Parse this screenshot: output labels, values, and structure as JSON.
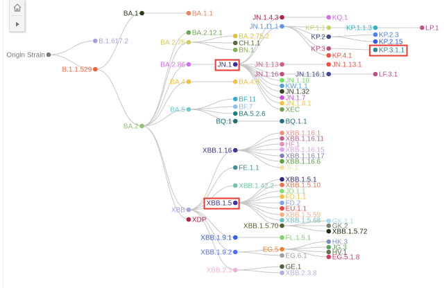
{
  "toolbar": {
    "home_icon": "home-icon",
    "play_icon": "play-icon"
  },
  "tree": {
    "edge_color": "#c8c8c8",
    "highlight_color": "#e8392d",
    "nodes": [
      {
        "name": "Origin Strain",
        "parent": null,
        "color": "#7a7a70"
      },
      {
        "name": "B.1.617.2",
        "parent": 0,
        "color": "#a9a0e0"
      },
      {
        "name": "B.1.1.529",
        "parent": 0,
        "color": "#f0643c"
      },
      {
        "name": "BA.1",
        "parent": 2,
        "color": "#2a3a1a"
      },
      {
        "name": "BA.1.1",
        "parent": 3,
        "color": "#f08060"
      },
      {
        "name": "BA.2",
        "parent": 2,
        "color": "#90c070"
      },
      {
        "name": "BA.2.12.1",
        "parent": 5,
        "color": "#70a850"
      },
      {
        "name": "BA.2.75",
        "parent": 5,
        "color": "#d0cc60"
      },
      {
        "name": "BA.2.75.2",
        "parent": 7,
        "color": "#e0c040"
      },
      {
        "name": "CH.1.1",
        "parent": 7,
        "color": "#5a6a3a"
      },
      {
        "name": "BN.1",
        "parent": 7,
        "color": "#80b050"
      },
      {
        "name": "BA.2.86",
        "parent": 5,
        "color": "#d070f0"
      },
      {
        "name": "JN.1",
        "parent": 11,
        "color": "#3a3090",
        "highlighted": true
      },
      {
        "name": "JN.1.4.3",
        "parent": 12,
        "color": "#b02040"
      },
      {
        "name": "KQ.1",
        "parent": 13,
        "color": "#d070e0"
      },
      {
        "name": "JN.1.11.1",
        "parent": 12,
        "color": "#6090f0"
      },
      {
        "name": "KP.1.1",
        "parent": 15,
        "color": "#c0d870"
      },
      {
        "name": "KP.1.1.3",
        "parent": 16,
        "color": "#30b0c0"
      },
      {
        "name": "LP.1",
        "parent": 17,
        "color": "#c05090"
      },
      {
        "name": "KP.2",
        "parent": 15,
        "color": "#405080"
      },
      {
        "name": "KP.2.3",
        "parent": 19,
        "color": "#5080f0"
      },
      {
        "name": "KP.2.15",
        "parent": 19,
        "color": "#3060f0"
      },
      {
        "name": "KP.3",
        "parent": 15,
        "color": "#c05080"
      },
      {
        "name": "KP.3.1.1",
        "parent": 22,
        "color": "#308890",
        "highlighted": true
      },
      {
        "name": "KP.4.1",
        "parent": 15,
        "color": "#f05040"
      },
      {
        "name": "JN.1.13",
        "parent": 12,
        "color": "#d06080"
      },
      {
        "name": "JN.1.13.1",
        "parent": 25,
        "color": "#f05040"
      },
      {
        "name": "JN.1.16",
        "parent": 12,
        "color": "#c05080"
      },
      {
        "name": "JN.1.16.1",
        "parent": 27,
        "color": "#404890"
      },
      {
        "name": "LF.3.1",
        "parent": 28,
        "color": "#c05080"
      },
      {
        "name": "JN.1.18",
        "parent": 12,
        "color": "#70e060"
      },
      {
        "name": "KW.1.1",
        "parent": 12,
        "color": "#50a0e0"
      },
      {
        "name": "JN.1.32",
        "parent": 12,
        "color": "#304020"
      },
      {
        "name": "JN.1.7",
        "parent": 12,
        "color": "#d050e0"
      },
      {
        "name": "JN.1.8.1",
        "parent": 12,
        "color": "#f0c040"
      },
      {
        "name": "XEC",
        "parent": 12,
        "color": "#70a050"
      },
      {
        "name": "BA.4",
        "parent": 5,
        "color": "#f0c040"
      },
      {
        "name": "BA.4.6",
        "parent": 36,
        "color": "#f0c040"
      },
      {
        "name": "BA.5",
        "parent": 5,
        "color": "#70c8d0"
      },
      {
        "name": "BF.11",
        "parent": 38,
        "color": "#30b0d0"
      },
      {
        "name": "BF.7",
        "parent": 38,
        "color": "#90c0f0"
      },
      {
        "name": "BA.5.2.6",
        "parent": 38,
        "color": "#208080"
      },
      {
        "name": "BQ.1",
        "parent": 38,
        "color": "#207070"
      },
      {
        "name": "BQ.1.1",
        "parent": 42,
        "color": "#207080"
      },
      {
        "name": "XBB",
        "parent": 5,
        "color": "#a0a8e0"
      },
      {
        "name": "XBB.1.16",
        "parent": 44,
        "color": "#403090"
      },
      {
        "name": "XBB.1.16.1",
        "parent": 45,
        "color": "#f09080"
      },
      {
        "name": "XBB.1.16.11",
        "parent": 45,
        "color": "#c06090"
      },
      {
        "name": "HF.1",
        "parent": 45,
        "color": "#e090b0"
      },
      {
        "name": "XBB.1.16.15",
        "parent": 45,
        "color": "#e0a0f0"
      },
      {
        "name": "XBB.1.16.17",
        "parent": 45,
        "color": "#8080b0"
      },
      {
        "name": "XBB.1.16.6",
        "parent": 45,
        "color": "#60a040"
      },
      {
        "name": "JF.1",
        "parent": 45,
        "color": "#f8e0a0"
      },
      {
        "name": "FE.1.1",
        "parent": 44,
        "color": "#409098"
      },
      {
        "name": "XBB.1.42.2",
        "parent": 44,
        "color": "#70c8a0"
      },
      {
        "name": "XBB.1.5",
        "parent": 44,
        "color": "#403090",
        "highlighted": true
      },
      {
        "name": "XBB.1.5.1",
        "parent": 55,
        "color": "#302880"
      },
      {
        "name": "XBB.1.5.10",
        "parent": 55,
        "color": "#f07050"
      },
      {
        "name": "JD.1.1",
        "parent": 55,
        "color": "#80e070"
      },
      {
        "name": "FD.1.1",
        "parent": 55,
        "color": "#f0c040"
      },
      {
        "name": "FD.2",
        "parent": 55,
        "color": "#80a0f0"
      },
      {
        "name": "EU.1.1",
        "parent": 55,
        "color": "#f04040"
      },
      {
        "name": "XBB.1.5.59",
        "parent": 55,
        "color": "#f8b080"
      },
      {
        "name": "XBB.1.5.68",
        "parent": 55,
        "color": "#70c0c0"
      },
      {
        "name": "XBB.1.5.70",
        "parent": 55,
        "color": "#506030"
      },
      {
        "name": "GK.1.1",
        "parent": 64,
        "color": "#a0e0f0"
      },
      {
        "name": "GK.2",
        "parent": 64,
        "color": "#808070"
      },
      {
        "name": "XBB.1.5.72",
        "parent": 64,
        "color": "#203010"
      },
      {
        "name": "XDP",
        "parent": 5,
        "color": "#c02040"
      },
      {
        "name": "XBB.1.9.1",
        "parent": 44,
        "color": "#3060f0"
      },
      {
        "name": "FL.1.5.1",
        "parent": 69,
        "color": "#80d070"
      },
      {
        "name": "XBB.1.9.2",
        "parent": 44,
        "color": "#5070f0"
      },
      {
        "name": "EG.5",
        "parent": 71,
        "color": "#f08030"
      },
      {
        "name": "HK.3",
        "parent": 72,
        "color": "#8090c0"
      },
      {
        "name": "JG.3",
        "parent": 72,
        "color": "#60a060"
      },
      {
        "name": "HV.1",
        "parent": 72,
        "color": "#607050"
      },
      {
        "name": "EG.5.1.8",
        "parent": 72,
        "color": "#d04060"
      },
      {
        "name": "EG.6.1",
        "parent": 71,
        "color": "#a0a0a0"
      },
      {
        "name": "XBB.2.3",
        "parent": 44,
        "color": "#f0b0d0"
      },
      {
        "name": "GE.1",
        "parent": 78,
        "color": "#506040"
      },
      {
        "name": "XBB.2.3.8",
        "parent": 78,
        "color": "#b0b0e0"
      }
    ]
  }
}
